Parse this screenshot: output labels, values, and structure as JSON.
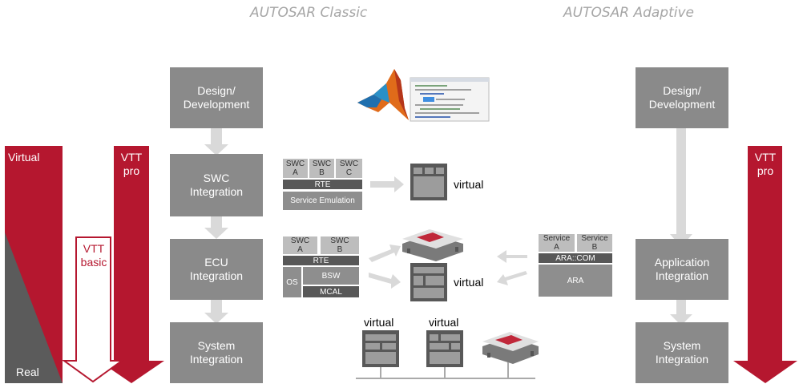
{
  "headers": {
    "classic": "AUTOSAR Classic",
    "adaptive": "AUTOSAR Adaptive"
  },
  "left_bar": {
    "top_label": "Virtual",
    "bottom_label": "Real"
  },
  "vtt_basic": {
    "label": "VTT\nbasic"
  },
  "vtt_pro_left": {
    "label": "VTT\npro"
  },
  "vtt_pro_right": {
    "label": "VTT\npro"
  },
  "classic_steps": {
    "design": "Design/\nDevelopment",
    "swc": "SWC\nIntegration",
    "ecu": "ECU\nIntegration",
    "system": "System\nIntegration"
  },
  "adaptive_steps": {
    "design": "Design/\nDevelopment",
    "application": "Application\nIntegration",
    "system": "System\nIntegration"
  },
  "swc_stack": {
    "swc_a": "SWC\nA",
    "swc_b": "SWC\nB",
    "swc_c": "SWC\nC",
    "rte": "RTE",
    "service_emulation": "Service Emulation"
  },
  "ecu_stack": {
    "swc_a": "SWC\nA",
    "swc_b": "SWC\nB",
    "rte": "RTE",
    "os": "OS",
    "bsw": "BSW",
    "mcal": "MCAL"
  },
  "adaptive_stack": {
    "service_a": "Service\nA",
    "service_b": "Service\nB",
    "ara_com": "ARA::COM",
    "ara": "ARA"
  },
  "virtual_labels": {
    "swc": "virtual",
    "ecu": "virtual",
    "net1": "virtual",
    "net2": "virtual"
  },
  "colors": {
    "red": "#b5172f",
    "gray_box": "#8a8a8a",
    "arrow": "#d9d9d9"
  }
}
